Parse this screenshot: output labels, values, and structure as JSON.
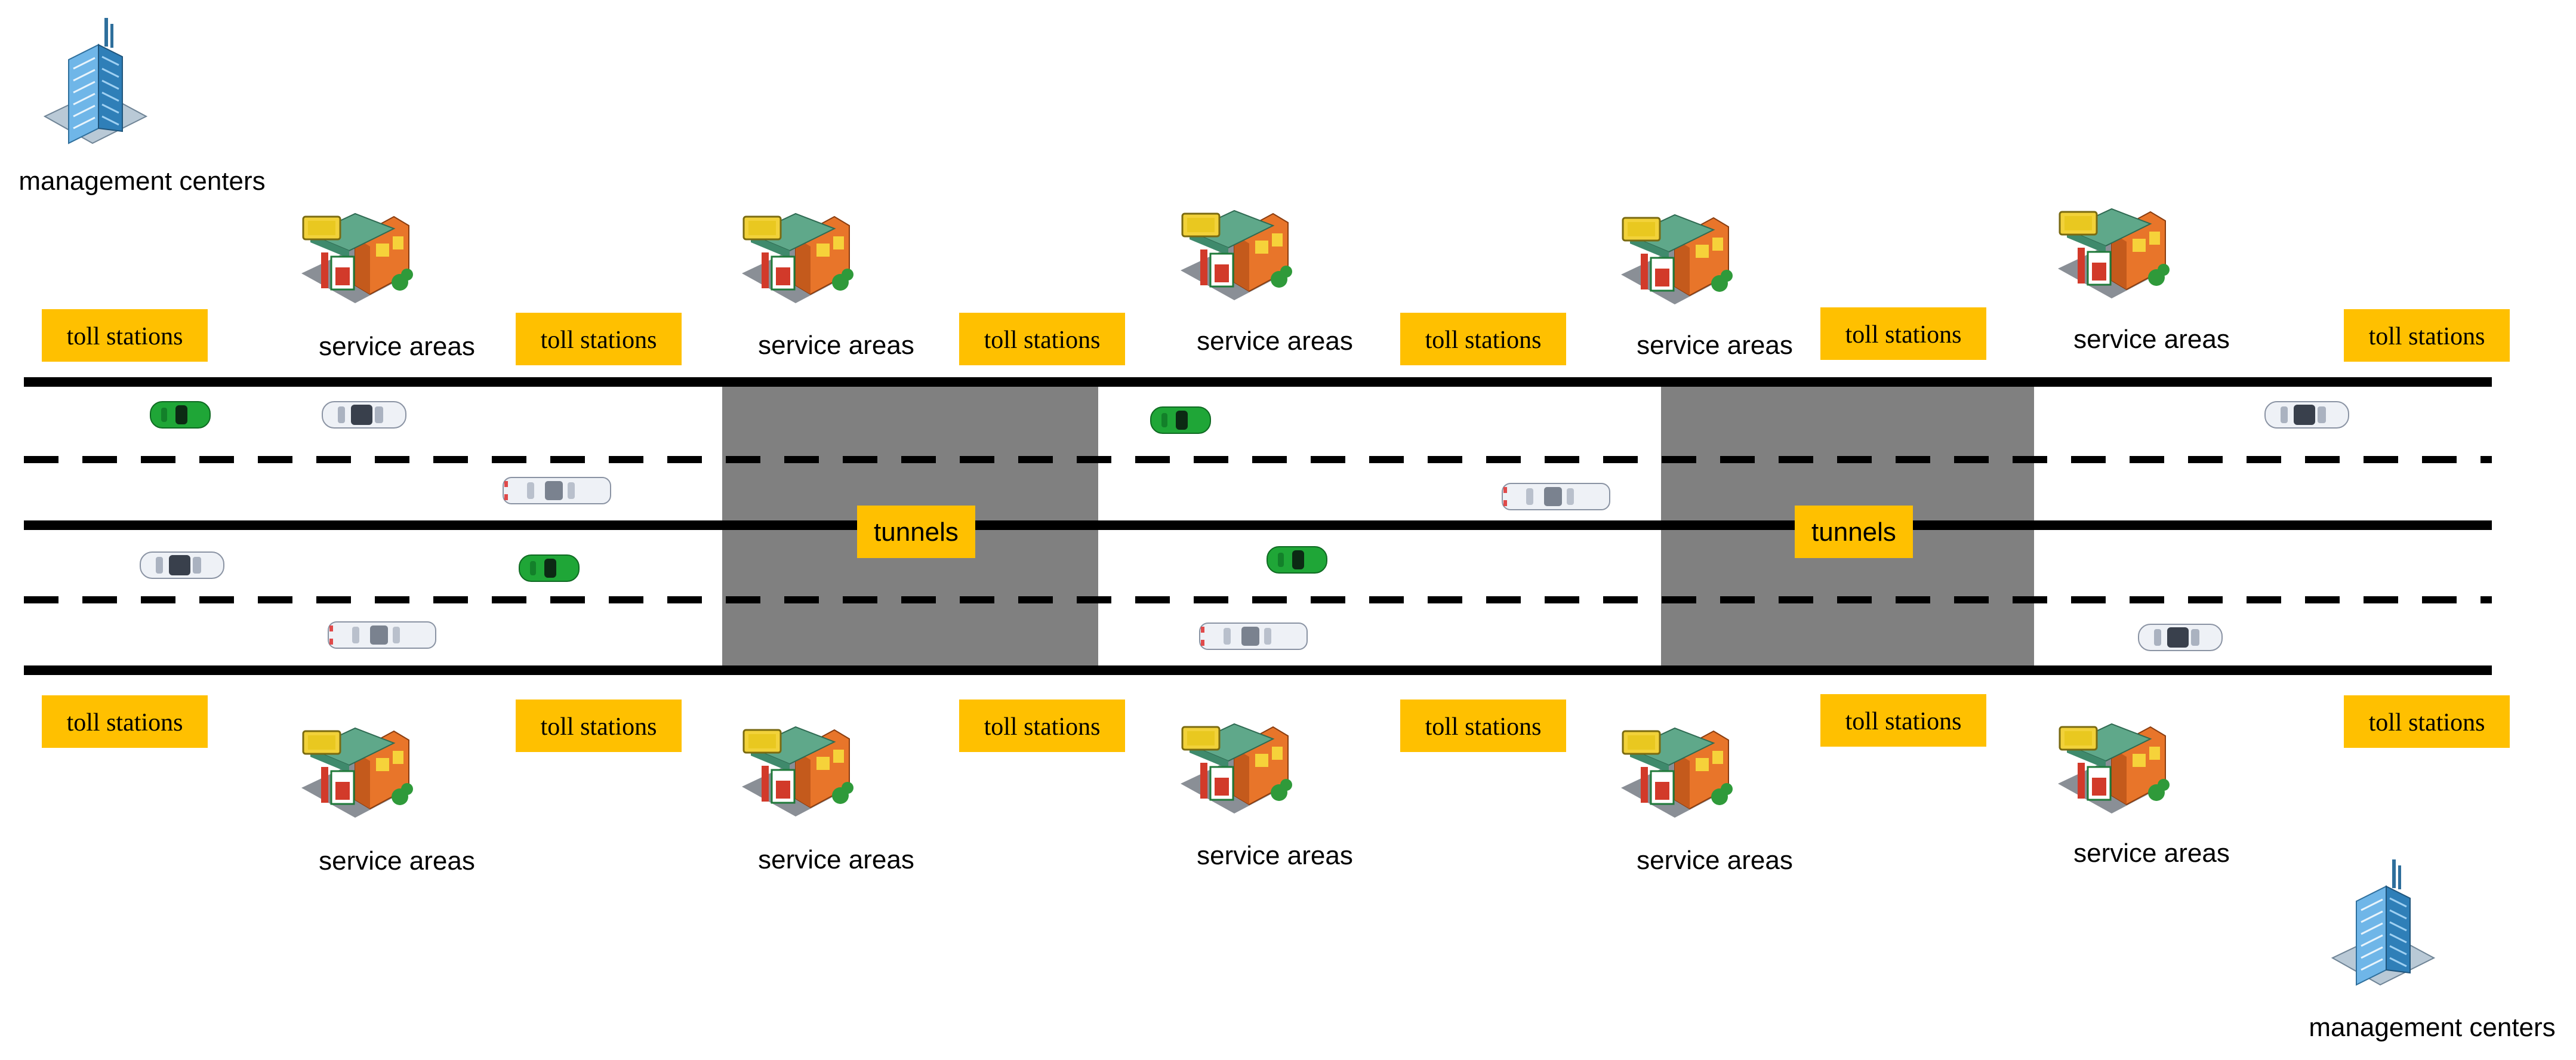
{
  "labels": {
    "management_centers": "management centers",
    "service_areas": "service areas",
    "toll_stations": "toll stations",
    "tunnels": "tunnels"
  },
  "icons": {
    "management_center": "office-building-icon",
    "service_area": "gas-station-icon",
    "vehicle": "car-icon"
  },
  "colors": {
    "toll_box": "#FFC000",
    "tunnel_box": "#FFC000",
    "tunnel_fill": "#808080",
    "road_line": "#000000",
    "car_green": "#1fa637",
    "car_white": "#d8dde6"
  },
  "highway": {
    "lanes_per_direction": 2,
    "tunnel_count": 2,
    "service_area_count": 10,
    "toll_station_count": 12,
    "management_center_count": 2
  }
}
